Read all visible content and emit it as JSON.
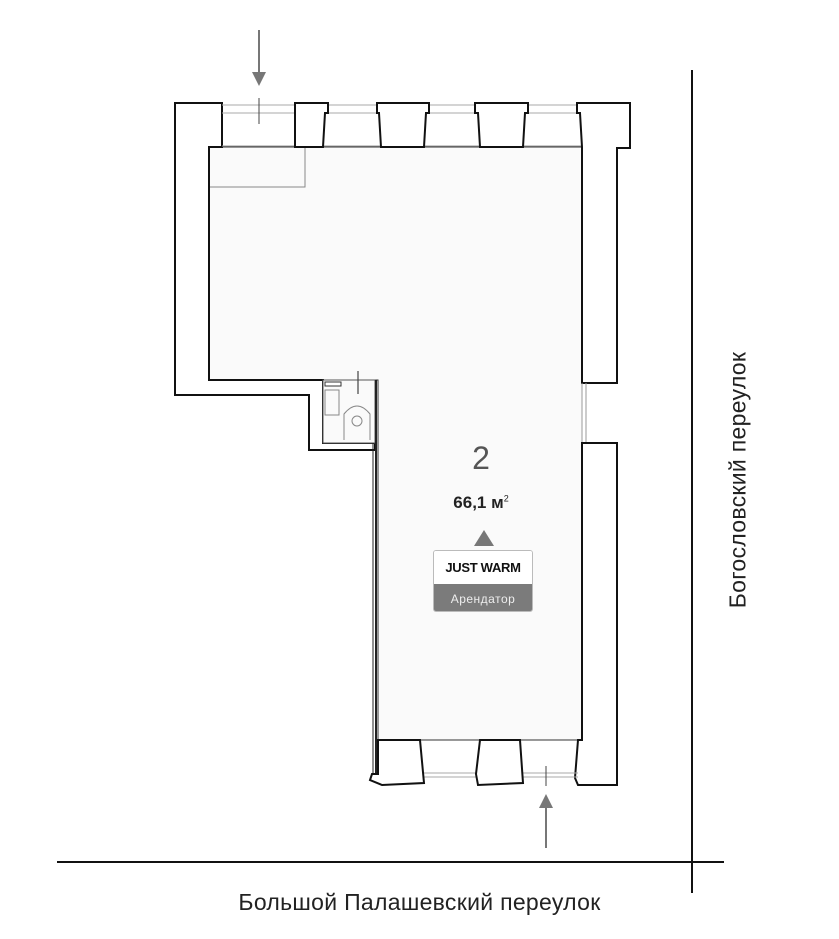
{
  "plan": {
    "unit_number": "2",
    "area_value": "66,1 м",
    "area_unit_sup": "2",
    "tenant": {
      "brand": "JUST WARM",
      "role": "Арендатор"
    }
  },
  "streets": {
    "bottom": "Большой Палашевский переулок",
    "right": "Богословский переулок"
  },
  "colors": {
    "floor": "#fafafa",
    "wall_stroke": "#111111",
    "badge_role_bg": "#7b7b7b",
    "arrow": "#777777"
  }
}
